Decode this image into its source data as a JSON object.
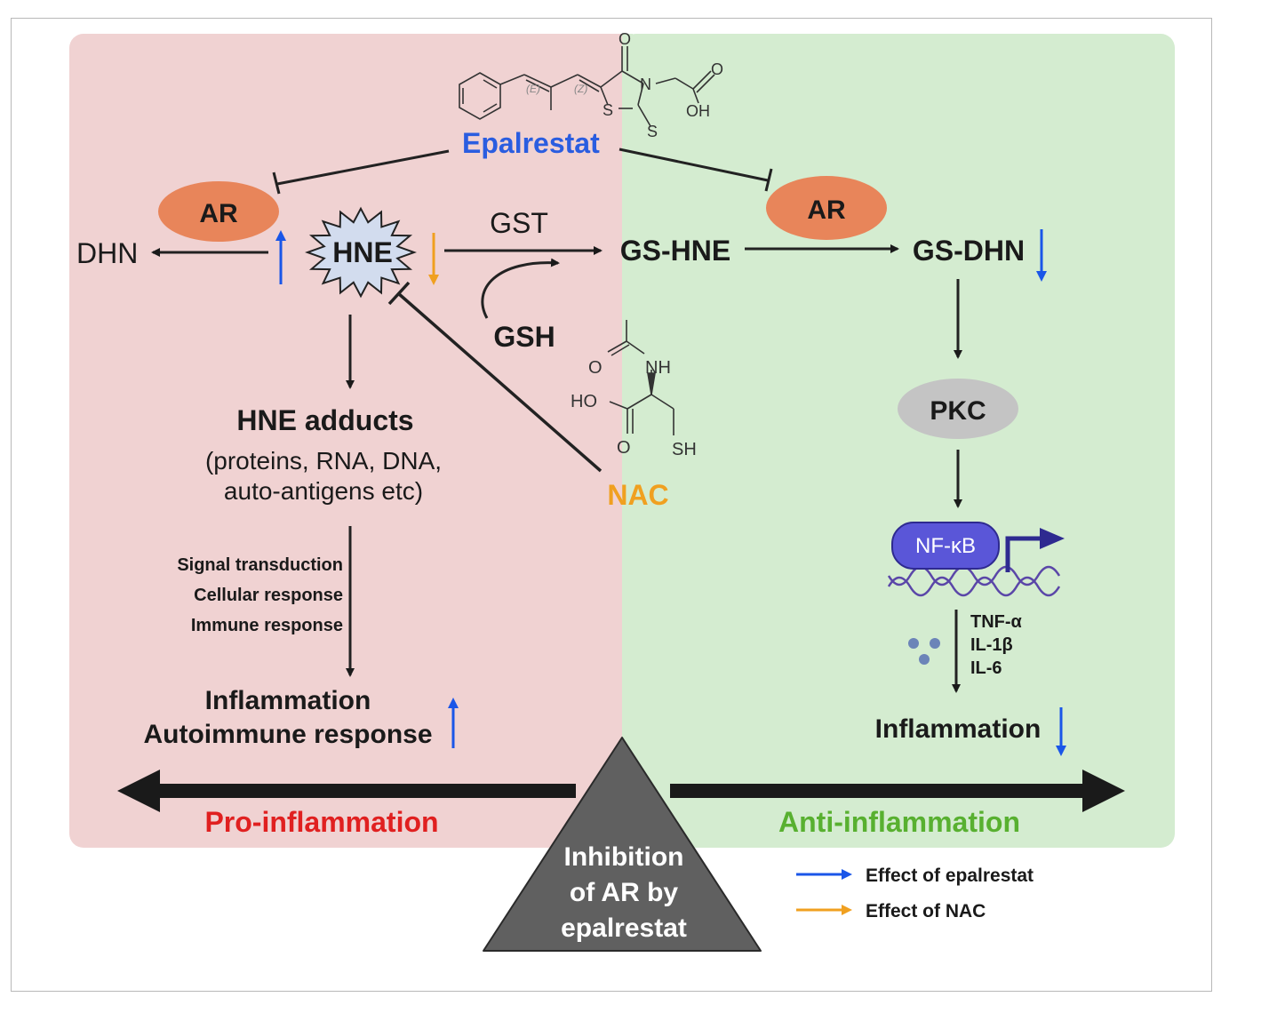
{
  "drug": {
    "name": "Epalrestat",
    "structure_labels": [
      "O",
      "O",
      "OH",
      "N",
      "S",
      "S",
      "(E)",
      "(Z)"
    ]
  },
  "left": {
    "ar": "AR",
    "hne": "HNE",
    "dhn": "DHN",
    "adducts_title": "HNE adducts",
    "adducts_line1": "(proteins, RNA, DNA,",
    "adducts_line2": "auto-antigens etc)",
    "signal": [
      "Signal transduction",
      "Cellular response",
      "Immune response"
    ],
    "outcome1": "Inflammation",
    "outcome2": "Autoimmune response",
    "side_label": "Pro-inflammation"
  },
  "center": {
    "gst": "GST",
    "gsh": "GSH",
    "nac": "NAC",
    "nac_structure_labels": [
      "O",
      "NH",
      "HO",
      "O",
      "SH"
    ]
  },
  "right": {
    "ar": "AR",
    "gs_hne": "GS-HNE",
    "gs_dhn": "GS-DHN",
    "pkc": "PKC",
    "nfkb": "NF-κB",
    "cytokines": [
      "TNF-α",
      "IL-1β",
      "IL-6"
    ],
    "outcome": "Inflammation",
    "side_label": "Anti-inflammation"
  },
  "fulcrum": [
    "Inhibition",
    "of AR by",
    "epalrestat"
  ],
  "legend": [
    {
      "label": "Effect of epalrestat",
      "color": "#1a56e8"
    },
    {
      "label": "Effect of NAC",
      "color": "#f0a020"
    }
  ],
  "colors": {
    "pink_panel": "#f0d2d2",
    "green_panel": "#d4ecd0",
    "ar_oval": "#e8855a",
    "hne_star": "#d2dcee",
    "epalrestat_text": "#2a5de0",
    "nac_text": "#f0a020",
    "pro_text": "#e02020",
    "anti_text": "#58b030",
    "pkc_oval": "#c4c4c4",
    "nfkb": "#5a56d8",
    "fulcrum": "#606060",
    "arrow_blue": "#1a56e8",
    "arrow_orange": "#f0a020"
  }
}
